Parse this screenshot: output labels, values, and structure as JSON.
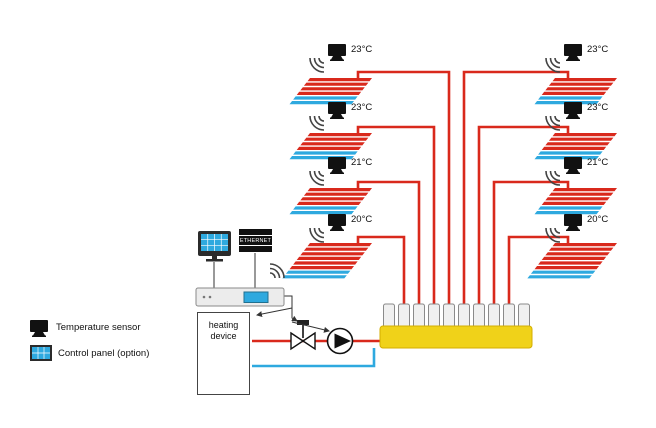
{
  "diagram": {
    "heating_device_label": "heating device",
    "ethernet_label": "ETHERNET"
  },
  "zones": {
    "left": [
      {
        "temp": "23°C"
      },
      {
        "temp": "23°C"
      },
      {
        "temp": "21°C"
      },
      {
        "temp": "20°C"
      }
    ],
    "right": [
      {
        "temp": "23°C"
      },
      {
        "temp": "23°C"
      },
      {
        "temp": "21°C"
      },
      {
        "temp": "20°C"
      }
    ]
  },
  "legend": {
    "temperature_sensor_label": "Temperature sensor",
    "control_panel_label": "Control panel (option)"
  },
  "colors": {
    "pipe_supply_red": "#d9291c",
    "pipe_return_blue": "#2ea9df",
    "manifold_yellow": "#f0d219",
    "sensor_black": "#111111",
    "screen_blue": "#2ea9df"
  }
}
